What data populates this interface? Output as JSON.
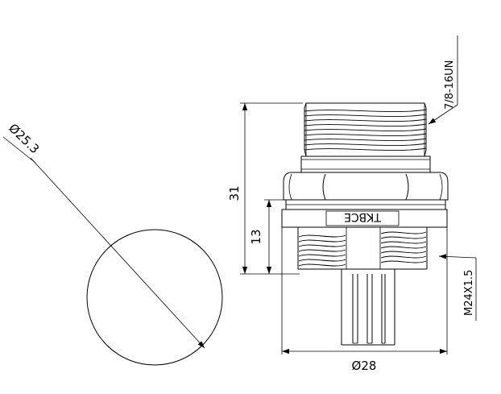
{
  "labels": {
    "circle_diameter": "Ø25.3",
    "thread_top": "7/8-16UN",
    "height_total": "31",
    "height_lower": "13",
    "thread_bottom": "M24X1.5",
    "width_bottom": "Ø28",
    "brand": "TKBCE"
  }
}
